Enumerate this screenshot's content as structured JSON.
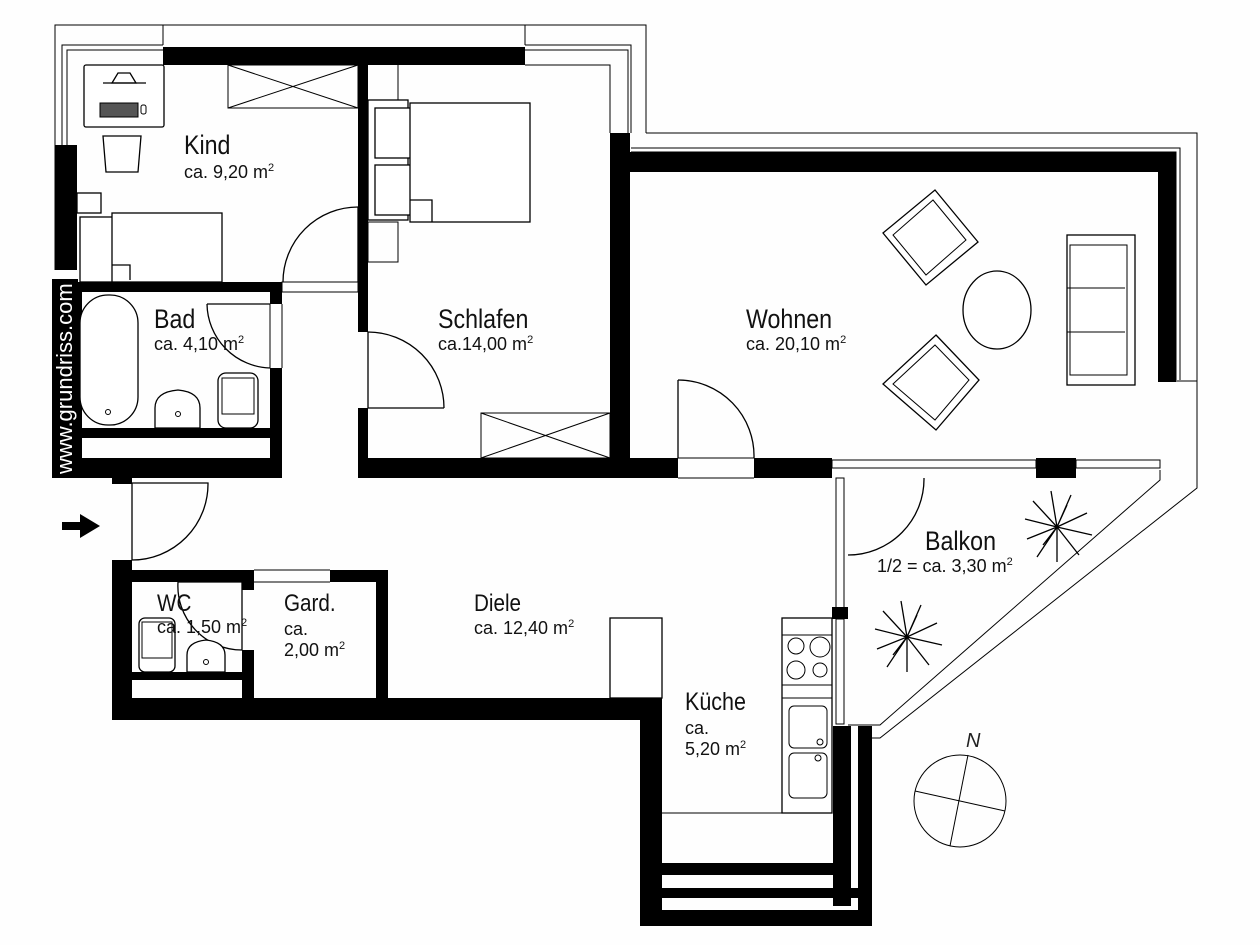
{
  "plan": {
    "watermark": "www.grundriss.com",
    "north_label": "N",
    "entrance_icon": "arrow-right-icon",
    "rooms": {
      "kind": {
        "name": "Kind",
        "area_prefix": "ca. 9,20 m",
        "area_sup": "2"
      },
      "bad": {
        "name": "Bad",
        "area_prefix": "ca. 4,10 m",
        "area_sup": "2"
      },
      "schlafen": {
        "name": "Schlafen",
        "area_prefix": "ca.14,00 m",
        "area_sup": "2"
      },
      "wohnen": {
        "name": "Wohnen",
        "area_prefix": "ca. 20,10 m",
        "area_sup": "2"
      },
      "balkon": {
        "name": "Balkon",
        "area_prefix": "1/2 = ca. 3,30 m",
        "area_sup": "2"
      },
      "wc": {
        "name": "WC",
        "area_prefix": "ca. 1,50 m",
        "area_sup": "2"
      },
      "gard": {
        "name": "Gard.",
        "area_line1": "ca.",
        "area_prefix": "2,00 m",
        "area_sup": "2"
      },
      "diele": {
        "name": "Diele",
        "area_prefix": "ca. 12,40 m",
        "area_sup": "2"
      },
      "kueche": {
        "name": "Küche",
        "area_line1": "ca.",
        "area_prefix": "5,20 m",
        "area_sup": "2"
      }
    },
    "colors": {
      "wall": "#000000",
      "background": "#fefefe",
      "line": "#000000"
    }
  }
}
